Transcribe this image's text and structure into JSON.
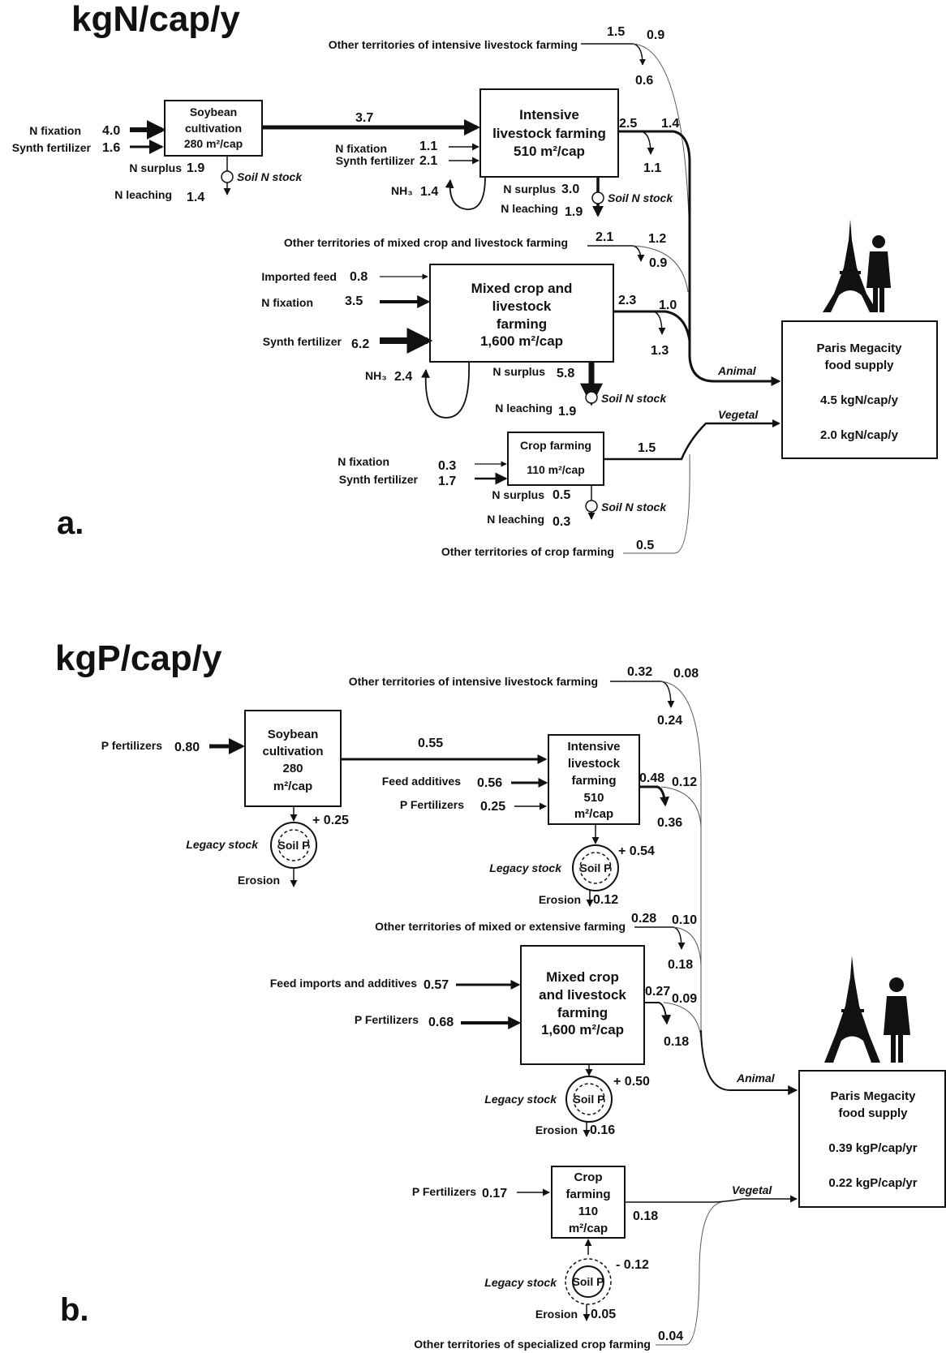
{
  "a": {
    "title": "kgN/cap/y",
    "panel_label": "a.",
    "other_intensive": {
      "label": "Other territories of intensive livestock farming",
      "v1": "1.5",
      "v2": "0.9",
      "v3": "0.6"
    },
    "soy": {
      "l1": "Soybean",
      "l2": "cultivation",
      "l3": "280 m²/cap"
    },
    "soy_in": [
      {
        "label": "N fixation",
        "value": "4.0"
      },
      {
        "label": "Synth fertilizer",
        "value": "1.6"
      }
    ],
    "soy_out": [
      {
        "label": "N surplus",
        "value": "1.9"
      },
      {
        "label": "N leaching",
        "value": "1.4"
      }
    ],
    "soy_to_int": "3.7",
    "soil_stock": "Soil N stock",
    "int": {
      "l1": "Intensive",
      "l2": "livestock farming",
      "l3": "510 m²/cap"
    },
    "int_in": [
      {
        "label": "N fixation",
        "value": "1.1"
      },
      {
        "label": "Synth fertilizer",
        "value": "2.1"
      }
    ],
    "int_nh3": {
      "label": "NH₃",
      "value": "1.4"
    },
    "int_out": [
      {
        "label": "N surplus",
        "value": "3.0"
      },
      {
        "label": "N leaching",
        "value": "1.9"
      }
    ],
    "int_v": [
      "2.5",
      "1.4",
      "1.1"
    ],
    "other_mixed": {
      "label": "Other territories of mixed crop and livestock farming",
      "v1": "2.1",
      "v2": "1.2",
      "v3": "0.9"
    },
    "mix": {
      "l1": "Mixed crop and",
      "l2": "livestock",
      "l3": "farming",
      "l4": "1,600 m²/cap"
    },
    "mix_in": [
      {
        "label": "Imported feed",
        "value": "0.8"
      },
      {
        "label": "N fixation",
        "value": "3.5"
      },
      {
        "label": "Synth fertilizer",
        "value": "6.2"
      }
    ],
    "mix_nh3": {
      "label": "NH₃",
      "value": "2.4"
    },
    "mix_out": [
      {
        "label": "N surplus",
        "value": "5.8"
      },
      {
        "label": "N leaching",
        "value": "1.9"
      }
    ],
    "mix_v": [
      "2.3",
      "1.0",
      "1.3"
    ],
    "crop": {
      "l1": "Crop farming",
      "l2": "110 m²/cap"
    },
    "crop_in": [
      {
        "label": "N fixation",
        "value": "0.3"
      },
      {
        "label": "Synth fertilizer",
        "value": "1.7"
      }
    ],
    "crop_out": [
      {
        "label": "N surplus",
        "value": "0.5"
      },
      {
        "label": "N leaching",
        "value": "0.3"
      }
    ],
    "crop_v": "1.5",
    "other_crop": {
      "label": "Other territories of crop farming",
      "value": "0.5"
    },
    "animal": "Animal",
    "vegetal": "Vegetal",
    "paris": {
      "l1": "Paris Megacity",
      "l2": "food supply",
      "v1": "4.5  kgN/cap/y",
      "v2": "2.0 kgN/cap/y"
    }
  },
  "b": {
    "title": "kgP/cap/y",
    "panel_label": "b.",
    "other_intensive": {
      "label": "Other territories of intensive livestock farming",
      "v1": "0.32",
      "v2": "0.08",
      "v3": "0.24"
    },
    "soy": {
      "l1": "Soybean",
      "l2": "cultivation",
      "l3": "280",
      "l4": "m²/cap"
    },
    "soy_in": {
      "label": "P fertilizers",
      "value": "0.80"
    },
    "soy_to_int": "0.55",
    "soy_stock": {
      "delta": "+ 0.25",
      "label": "Legacy stock",
      "soil": "Soil P",
      "erosion": "Erosion"
    },
    "int": {
      "l1": "Intensive",
      "l2": "livestock",
      "l3": "farming",
      "l4": "510",
      "l5": "m²/cap"
    },
    "int_in": [
      {
        "label": "Feed additives",
        "value": "0.56"
      },
      {
        "label": "P Fertilizers",
        "value": "0.25"
      }
    ],
    "int_v": [
      "0.48",
      "0.12",
      "0.36"
    ],
    "int_stock": {
      "delta": "+ 0.54",
      "label": "Legacy stock",
      "soil": "Soil P",
      "erosion": "Erosion",
      "erosion_value": "0.12"
    },
    "other_mixed": {
      "label": "Other territories of mixed or extensive farming",
      "v1": "0.28",
      "v2": "0.10",
      "v3": "0.18"
    },
    "mix": {
      "l1": "Mixed crop",
      "l2": "and livestock",
      "l3": "farming",
      "l4": "1,600 m²/cap"
    },
    "mix_in": [
      {
        "label": "Feed imports and additives",
        "value": "0.57"
      },
      {
        "label": "P Fertilizers",
        "value": "0.68"
      }
    ],
    "mix_v": [
      "0.27",
      "0.09",
      "0.18"
    ],
    "mix_stock": {
      "delta": "+ 0.50",
      "label": "Legacy stock",
      "soil": "Soil P",
      "erosion": "Erosion",
      "erosion_value": "0.16"
    },
    "crop": {
      "l1": "Crop",
      "l2": "farming",
      "l3": "110",
      "l4": "m²/cap"
    },
    "crop_in": {
      "label": "P Fertilizers",
      "value": "0.17"
    },
    "crop_v": "0.18",
    "crop_stock": {
      "delta": "- 0.12",
      "label": "Legacy stock",
      "soil": "Soil P",
      "erosion": "Erosion",
      "erosion_value": "0.05"
    },
    "other_crop": {
      "label": "Other territories of  specialized crop farming",
      "value": "0.04"
    },
    "animal": "Animal",
    "vegetal": "Vegetal",
    "paris": {
      "l1": "Paris Megacity",
      "l2": "food supply",
      "v1": "0.39 kgP/cap/yr",
      "v2": "0.22 kgP/cap/yr"
    }
  }
}
